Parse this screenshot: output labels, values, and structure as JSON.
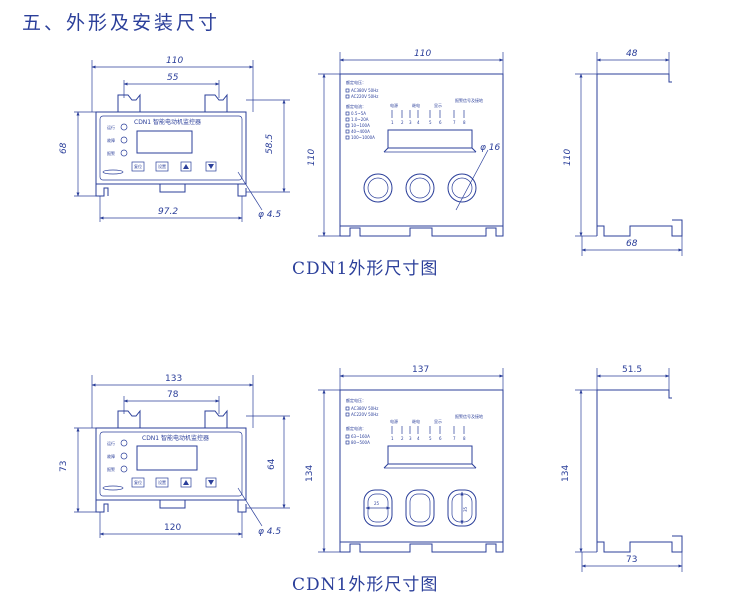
{
  "heading": "五、外形及安装尺寸",
  "caption_top": "CDN1外形尺寸图",
  "caption_bottom": "CDN1外形尺寸图",
  "top_drawing": {
    "front": {
      "width": "110",
      "inner_width": "55",
      "height": "68",
      "mount_height": "58.5",
      "bottom_width": "97.2",
      "hole": "φ 4.5",
      "panel_title": "CDN1 智能电动机监控器",
      "leds": [
        "运行",
        "故障",
        "报警"
      ],
      "buttons": [
        "复位",
        "设置"
      ]
    },
    "side_panel": {
      "width": "110",
      "height": "110",
      "hole": "φ 16",
      "voltage_label": "额定电压：",
      "voltages": [
        "AC380V 50Hz",
        "AC220V 50Hz"
      ],
      "current_label": "额定电流：",
      "currents": [
        "0.5~5A",
        "1.0~20A",
        "10~100A",
        "40~400A",
        "100~1000A"
      ],
      "terminal_groups": [
        "电源",
        "继电",
        "显示",
        "报警信号及接地"
      ],
      "terminal_numbers": [
        "1",
        "2",
        "3",
        "4",
        "5",
        "6",
        "7",
        "8"
      ]
    },
    "profile": {
      "width": "48",
      "height": "110",
      "base": "68"
    }
  },
  "bottom_drawing": {
    "front": {
      "width": "133",
      "inner_width": "78",
      "height": "73",
      "mount_height": "64",
      "bottom_width": "120",
      "hole": "φ 4.5",
      "panel_title": "CDN1 智能电动机监控器",
      "leds": [
        "运行",
        "故障",
        "报警"
      ],
      "buttons": [
        "复位",
        "设置"
      ]
    },
    "side_panel": {
      "width": "137",
      "height": "134",
      "slot_w": "25",
      "slot_h": "35",
      "voltage_label": "额定电压：",
      "voltages": [
        "AC380V 50Hz",
        "AC220V 50Hz"
      ],
      "current_label": "额定电流：",
      "currents": [
        "63~160A",
        "80~500A"
      ],
      "terminal_groups": [
        "电源",
        "继电",
        "显示",
        "报警信号及接地"
      ],
      "terminal_numbers": [
        "1",
        "2",
        "3",
        "4",
        "5",
        "6",
        "7",
        "8"
      ]
    },
    "profile": {
      "width": "51.5",
      "height": "134",
      "base": "73"
    }
  }
}
